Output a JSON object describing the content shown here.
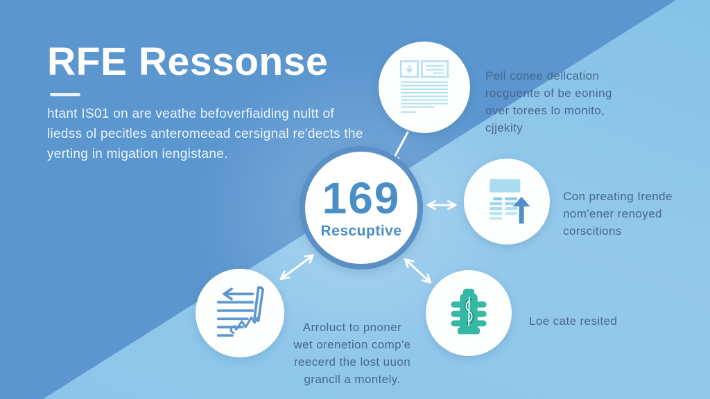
{
  "header": {
    "title": "RFE Ressonse",
    "intro_lines": [
      "htant IS01 on are veathe befoverfiaiding nultt of",
      "liedss ol pecitles anteromeead cersignal re'dects the",
      "yerting in migation iengistane."
    ]
  },
  "center": {
    "value": "169",
    "label": "Rescuptive"
  },
  "nodes": {
    "document": {
      "icon": "document-icon",
      "lines": [
        "Pell conee dellcation",
        "rocguente of be eoning",
        "over torees lo monito,",
        "cjjekity"
      ]
    },
    "table": {
      "icon": "table-chart-icon",
      "lines": [
        "Con preating Irende",
        "nom'ener renoyed",
        "corscitions"
      ]
    },
    "signature": {
      "icon": "annotated-document-icon",
      "lines": [
        "Arroluct to pnoner",
        "wet orenetion comp'e",
        "reecerd the lost uuon",
        "grancll a montely."
      ]
    },
    "finance": {
      "icon": "gear-dollar-icon",
      "lines": [
        "Loe cate resited"
      ]
    }
  },
  "colors": {
    "bg_dark": "#5b96cf",
    "bg_light": "#8ec6ea",
    "accent_blue": "#4a8ec8",
    "ring_blue": "#5a90c5",
    "icon_light_blue": "#b9e0f2",
    "icon_mid_blue": "#5e97cf",
    "icon_arrow_blue": "#4f8fcc",
    "icon_teal": "#35b8a4",
    "text_slate": "#47678e",
    "white": "#ffffff"
  }
}
